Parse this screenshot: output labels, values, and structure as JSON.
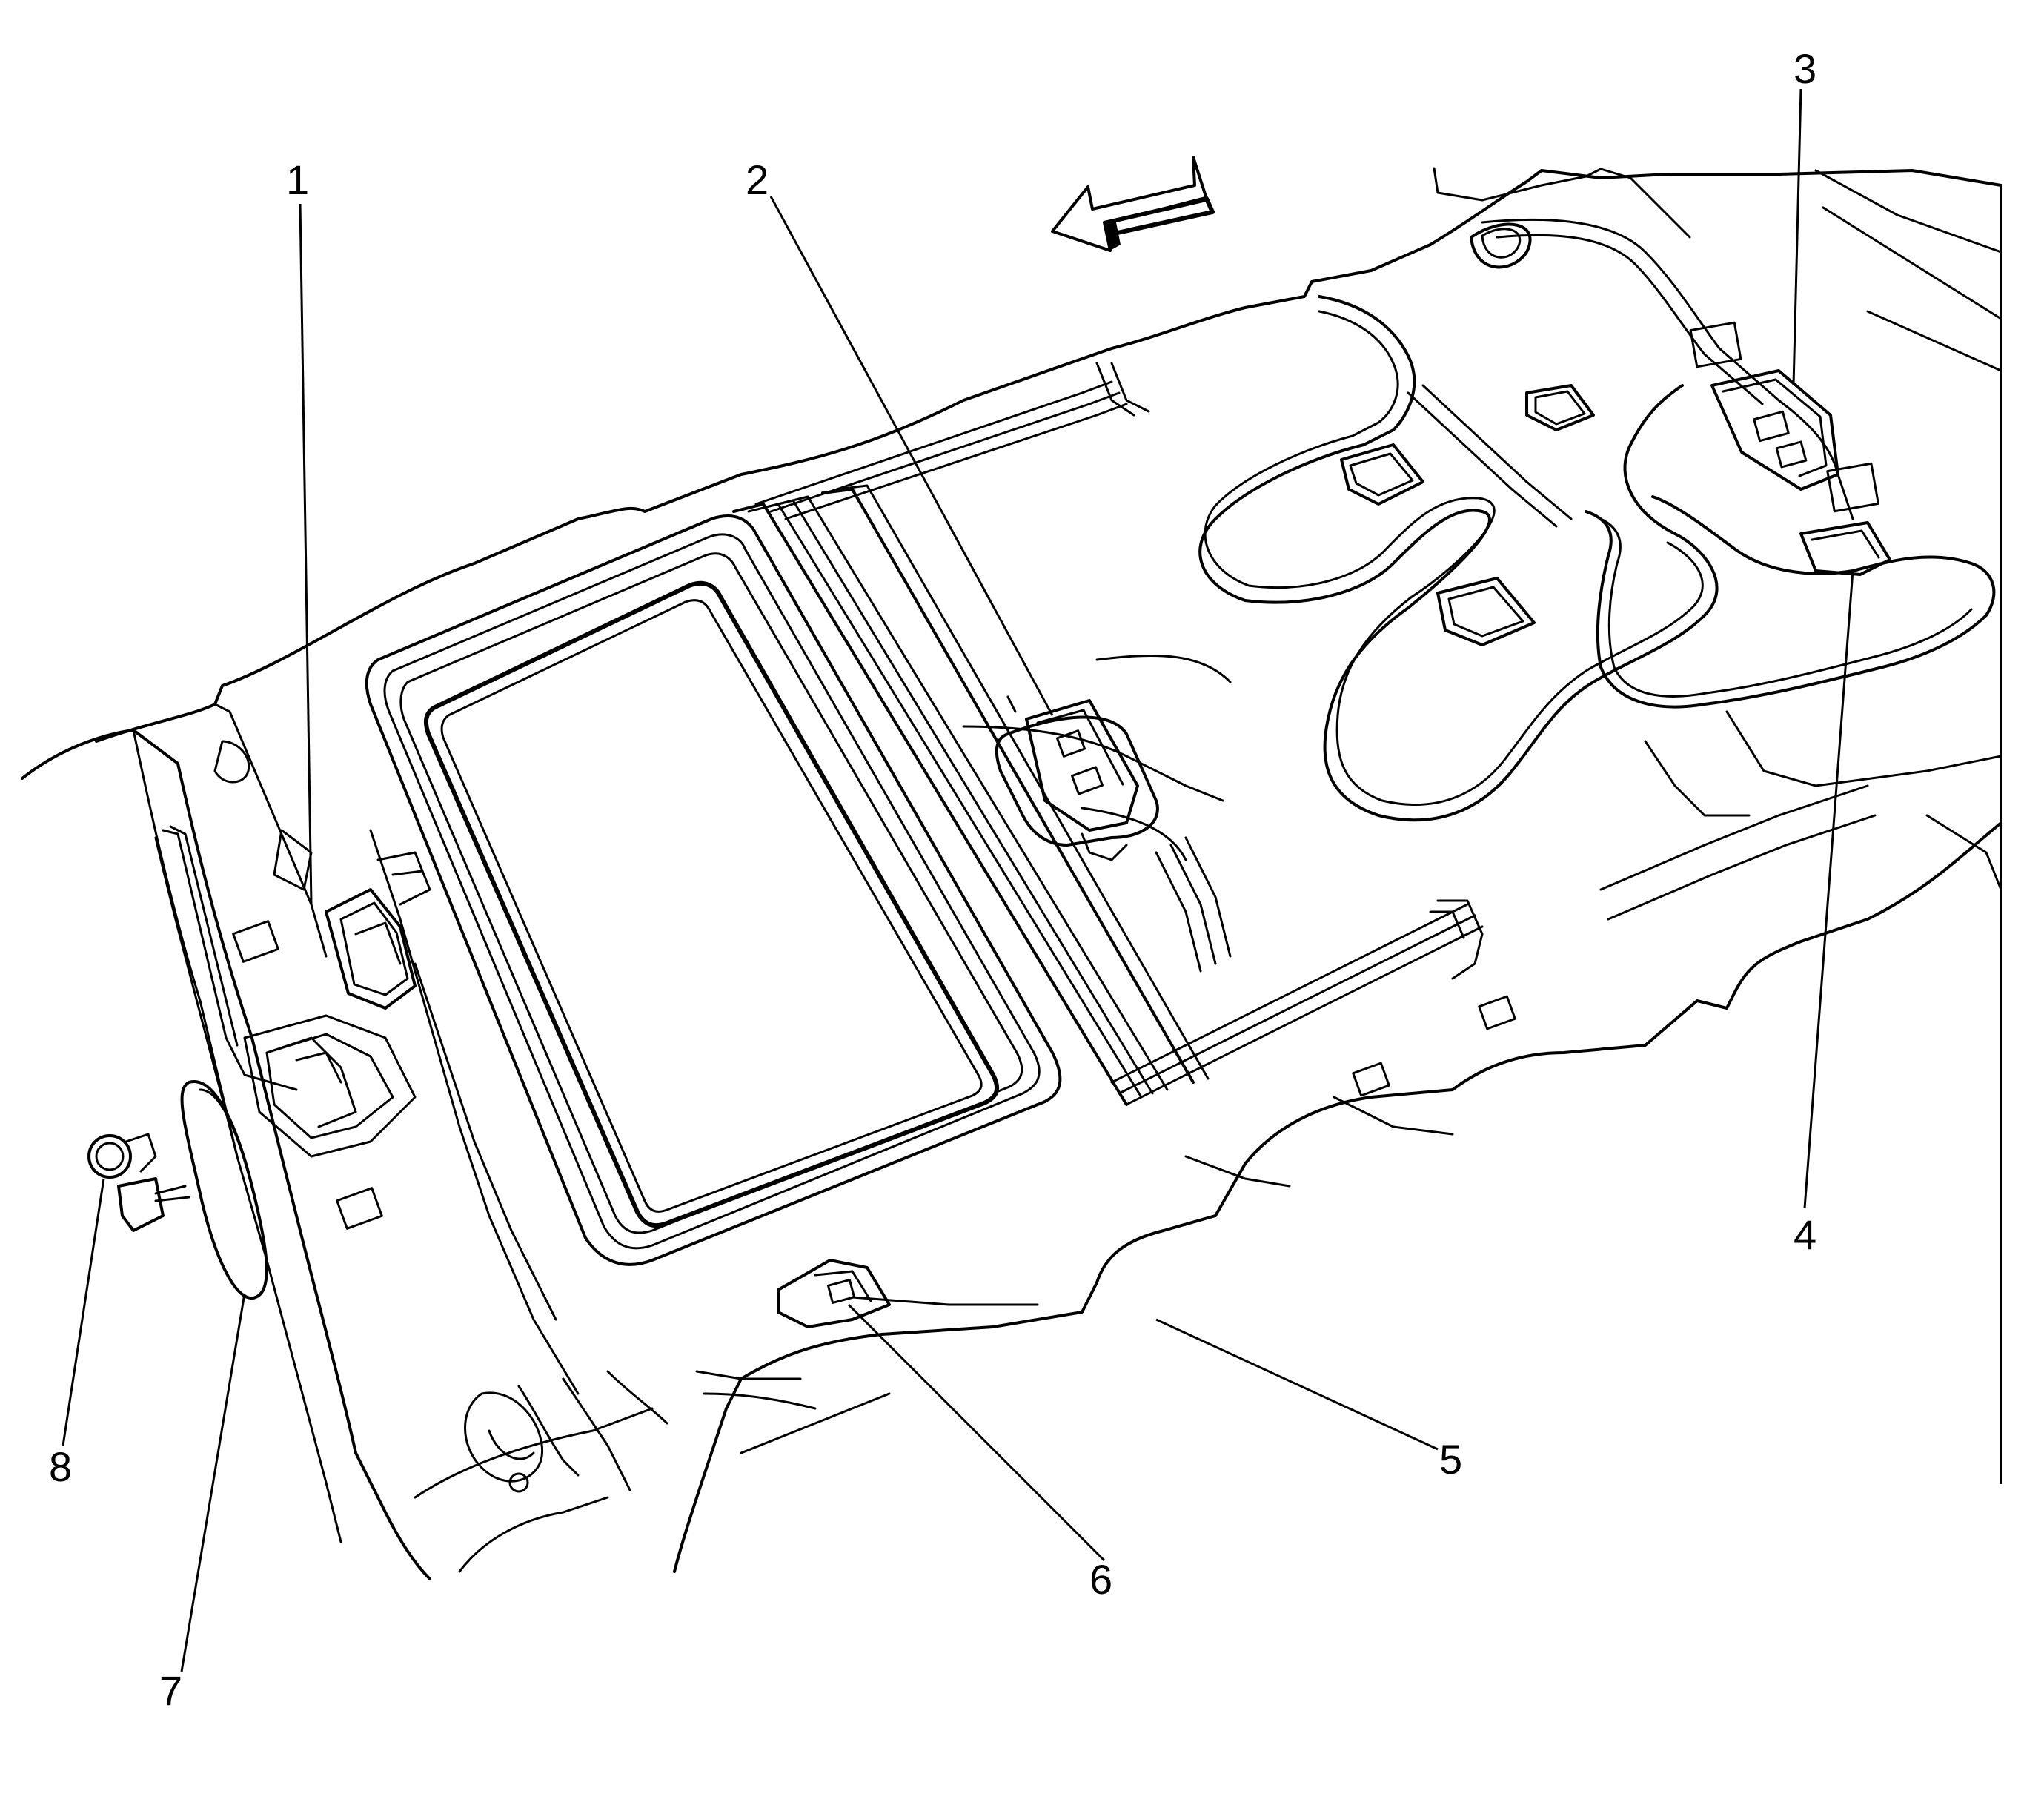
{
  "callouts": [
    {
      "id": "1",
      "label": "1"
    },
    {
      "id": "2",
      "label": "2"
    },
    {
      "id": "3",
      "label": "3"
    },
    {
      "id": "4",
      "label": "4"
    },
    {
      "id": "5",
      "label": "5"
    },
    {
      "id": "6",
      "label": "6"
    },
    {
      "id": "7",
      "label": "7"
    },
    {
      "id": "8",
      "label": "8"
    }
  ],
  "colors": {
    "line": "#000000",
    "background": "#ffffff"
  },
  "icons": {
    "direction": "front-direction-arrow-icon"
  }
}
